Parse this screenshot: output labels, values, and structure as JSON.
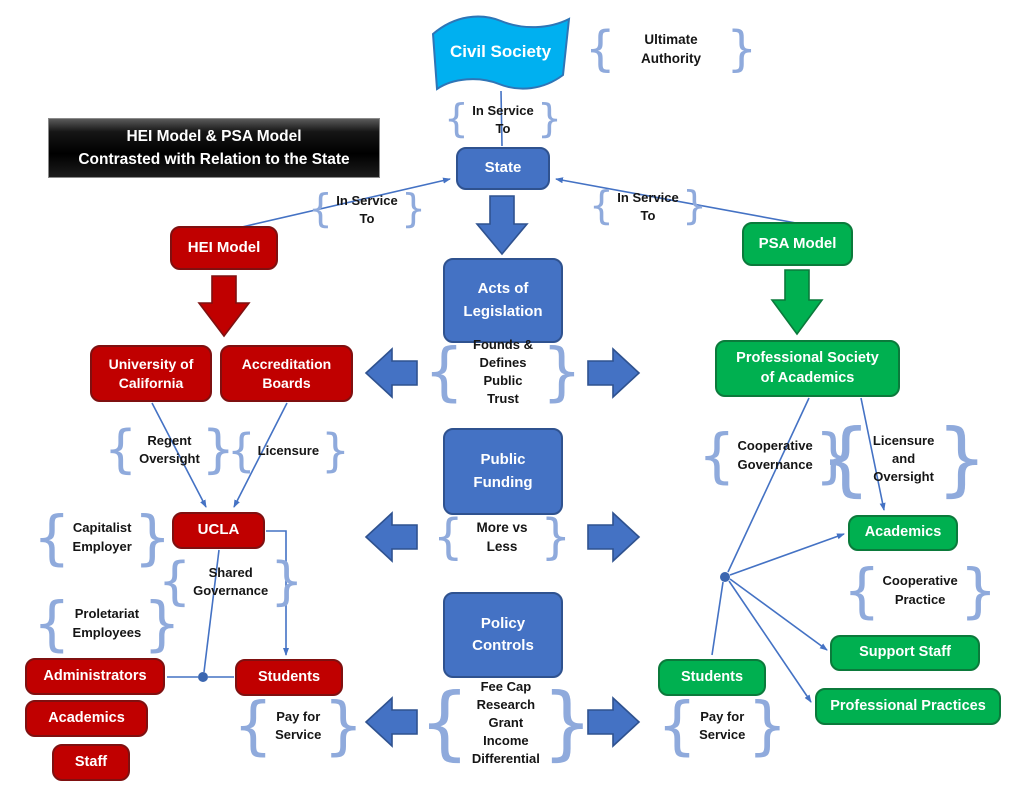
{
  "title": {
    "line1": "HEI Model & PSA Model",
    "line2": "Contrasted with Relation to the State"
  },
  "nodes": {
    "civil_society": "Civil Society",
    "state": "State",
    "hei_model": "HEI Model",
    "psa_model": "PSA Model",
    "acts_of_legislation": "Acts of Legislation",
    "university_of_california": "University of California",
    "accreditation_boards": "Accreditation Boards",
    "professional_society": "Professional Society of Academics",
    "public_funding": "Public Funding",
    "policy_controls": "Policy Controls",
    "ucla": "UCLA",
    "academics_hei": "Academics",
    "administrators": "Administrators",
    "staff": "Staff",
    "students_hei": "Students",
    "academics_psa": "Academics",
    "support_staff": "Support Staff",
    "professional_practices": "Professional Practices",
    "students_psa": "Students"
  },
  "braces": {
    "ultimate_authority": "Ultimate Authority",
    "in_service_to": "In Service To",
    "licensure": "Licensure",
    "more_vs_less": "More vs Less",
    "founds_defines_lines": [
      "Founds & Defines",
      "Public Trust"
    ],
    "regent_oversight_lines": [
      "Regent",
      "Oversight"
    ],
    "cooperative_governance_lines": [
      "Cooperative",
      "Governance"
    ],
    "licensure_oversight_lines": [
      "Licensure",
      "and",
      "Oversight"
    ],
    "capitalist_employer_lines": [
      "Capitalist",
      "Employer"
    ],
    "shared_governance_lines": [
      "Shared",
      "Governance"
    ],
    "cooperative_practice_lines": [
      "Cooperative",
      "Practice"
    ],
    "proletariat_employees_lines": [
      "Proletariat",
      "Employees"
    ],
    "pay_for_service_lines": [
      "Pay for",
      "Service"
    ],
    "fee_cap_lines": [
      "Fee Cap",
      "Research Grant",
      "Income Differential"
    ]
  },
  "glyphs": {
    "left_brace": "{",
    "right_brace": "}"
  },
  "colors": {
    "blue": "#4472C4",
    "blue_border": "#2F528F",
    "red": "#C00000",
    "red_border": "#7F1010",
    "green": "#00B050",
    "green_border": "#0B7A3B",
    "cyan_flag": "#00B0F0",
    "connector": "#4472C4",
    "brace": "#8FAADC",
    "title_bg": "#000000"
  }
}
